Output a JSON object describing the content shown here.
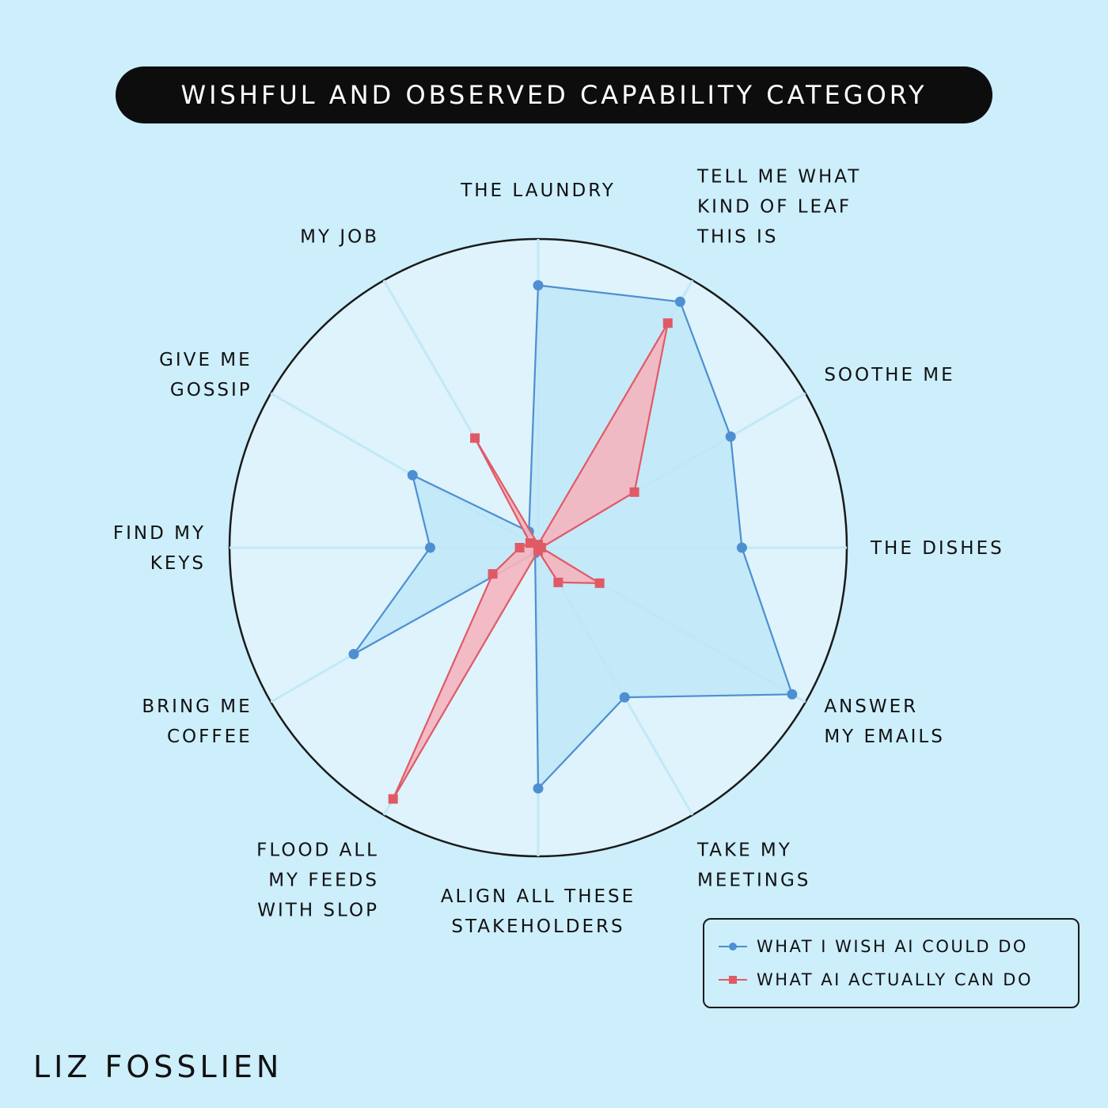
{
  "title": "WISHFUL AND OBSERVED CAPABILITY CATEGORY",
  "signature": "LIZ FOSSLIEN",
  "legend": {
    "wish": "WHAT I WISH AI COULD DO",
    "actual": "WHAT AI ACTUALLY CAN DO"
  },
  "chart_data": {
    "type": "radar",
    "categories": [
      "THE LAUNDRY",
      "TELL ME WHAT KIND OF LEAF THIS IS",
      "SOOTHE ME",
      "THE DISHES",
      "ANSWER MY EMAILS",
      "TAKE MY MEETINGS",
      "ALIGN ALL THESE STAKEHOLDERS",
      "FLOOD ALL MY FEEDS WITH SLOP",
      "BRING ME COFFEE",
      "FIND MY KEYS",
      "GIVE ME GOSSIP",
      "MY JOB"
    ],
    "category_lines": [
      [
        "THE LAUNDRY"
      ],
      [
        "TELL ME WHAT",
        "KIND OF LEAF",
        "THIS IS"
      ],
      [
        "SOOTHE ME"
      ],
      [
        "THE DISHES"
      ],
      [
        "ANSWER",
        "MY EMAILS"
      ],
      [
        "TAKE MY",
        "MEETINGS"
      ],
      [
        "ALIGN ALL THESE",
        "STAKEHOLDERS"
      ],
      [
        "FLOOD ALL",
        "MY FEEDS",
        "WITH SLOP"
      ],
      [
        "BRING ME",
        "COFFEE"
      ],
      [
        "FIND MY",
        "KEYS"
      ],
      [
        "GIVE ME",
        "GOSSIP"
      ],
      [
        "MY JOB"
      ]
    ],
    "series": [
      {
        "name": "WHAT I WISH AI COULD DO",
        "color": "#4d8fd1",
        "fill": "#bfe6f8",
        "marker": "circle",
        "values": [
          0.85,
          0.92,
          0.72,
          0.66,
          0.95,
          0.56,
          0.78,
          0.02,
          0.69,
          0.35,
          0.47,
          0.06
        ]
      },
      {
        "name": "WHAT AI ACTUALLY CAN DO",
        "color": "#e05a66",
        "fill": "#f5b5bf",
        "marker": "square",
        "values": [
          0.01,
          0.84,
          0.36,
          0.01,
          0.23,
          0.13,
          0.01,
          0.94,
          0.17,
          0.06,
          0.03,
          0.41
        ]
      }
    ],
    "rlim": [
      0,
      1
    ],
    "grid": true,
    "legend_position": "bottom-right"
  }
}
